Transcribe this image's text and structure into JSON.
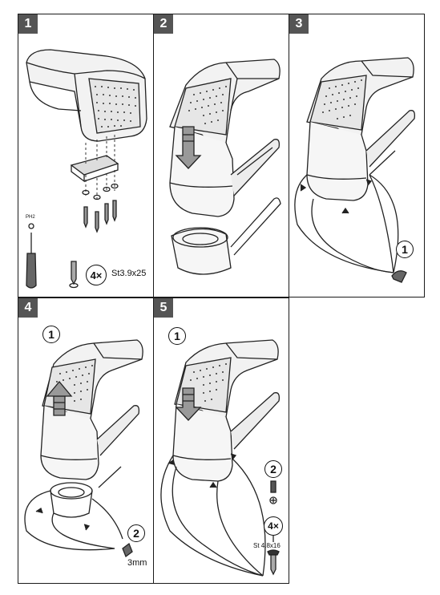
{
  "steps": [
    {
      "number": "1"
    },
    {
      "number": "2"
    },
    {
      "number": "3"
    },
    {
      "number": "4"
    },
    {
      "number": "5"
    }
  ],
  "step1": {
    "tool_label": "PH2",
    "screw_qty": "4×",
    "screw_spec": "St3.9x25"
  },
  "step3": {
    "callout": "1"
  },
  "step4": {
    "callout_1": "1",
    "callout_2": "2",
    "drill_size": "3mm"
  },
  "step5": {
    "callout_1": "1",
    "callout_2": "2",
    "screw_qty": "4×",
    "screw_spec": "St 4.8x16"
  }
}
